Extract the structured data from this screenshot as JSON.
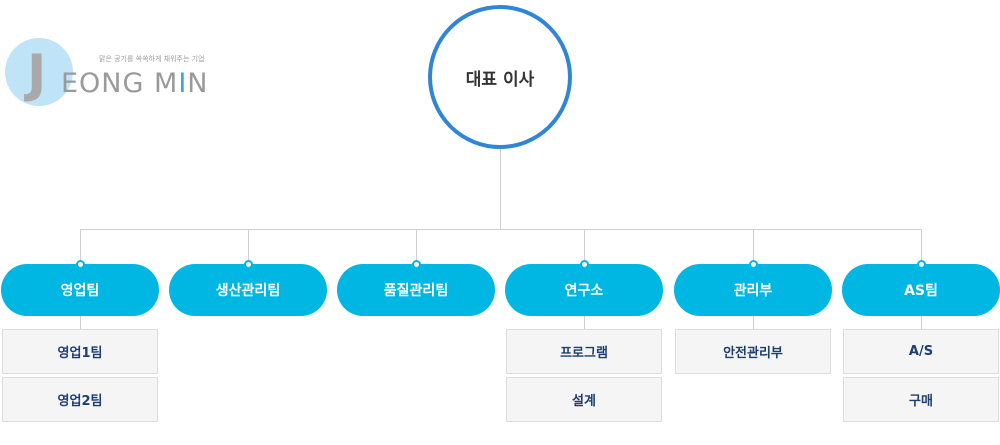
{
  "logo": {
    "letter": "J",
    "word_part1": "EONG M",
    "word_accent": "I",
    "word_part2": "N",
    "tagline": "맑은 공기를 쏙쏙하게 채워주는 기업"
  },
  "ceo": {
    "label": "대표 이사"
  },
  "departments": [
    {
      "label": "영업팀",
      "subs": [
        "영업1팀",
        "영업2팀"
      ]
    },
    {
      "label": "생산관리팀",
      "subs": []
    },
    {
      "label": "품질관리팀",
      "subs": []
    },
    {
      "label": "연구소",
      "subs": [
        "프로그램",
        "설계"
      ]
    },
    {
      "label": "관리부",
      "subs": [
        "안전관리부"
      ]
    },
    {
      "label": "AS팀",
      "subs": [
        "A/S",
        "구매"
      ]
    }
  ],
  "colors": {
    "accent": "#00b6e3",
    "ceo_border": "#2f86d6",
    "sub_text": "#1d3f70"
  }
}
